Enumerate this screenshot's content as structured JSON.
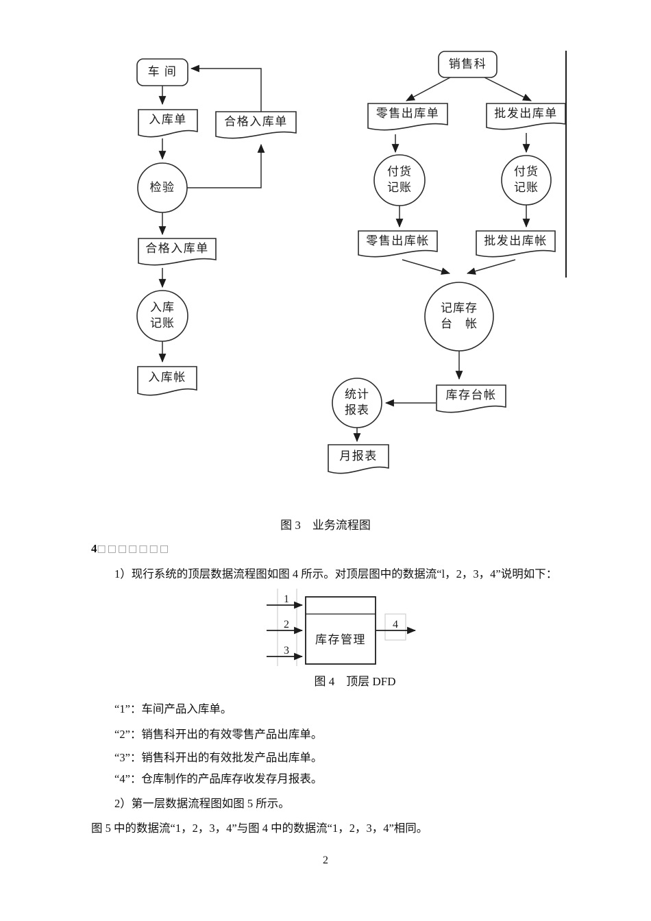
{
  "page": {
    "number": "2"
  },
  "figure3": {
    "caption": "图 3　业务流程图",
    "left": {
      "workshop": "车 间",
      "inbound_slip": "入库单",
      "qualified_slip_feedback": "合格入库单",
      "inspect": "检验",
      "qualified_slip": "合格入库单",
      "inbound_posting": {
        "line1": "入库",
        "line2": "记账"
      },
      "inbound_ledger": "入库帐"
    },
    "right": {
      "sales_dept": "销售科",
      "retail_outbound_slip": "零售出库单",
      "wholesale_outbound_slip": "批发出库单",
      "delivery_posting_left": {
        "line1": "付货",
        "line2": "记账"
      },
      "delivery_posting_right": {
        "line1": "付货",
        "line2": "记账"
      },
      "retail_outbound_ledger": "零售出库帐",
      "wholesale_outbound_ledger": "批发出库帐",
      "stock_ledger_posting": {
        "line1": "记库存",
        "line2": "台　帐"
      },
      "stock_ledger": "库存台帐",
      "stats_report": {
        "line1": "统计",
        "line2": "报表"
      },
      "monthly_report": "月报表"
    }
  },
  "section4": {
    "heading_number": "4",
    "heading_missing_glyphs": "□□□□□□□",
    "para_top": "1）现行系统的顶层数据流程图如图 4 所示。对顶层图中的数据流“l，2，3，4”说明如下：",
    "items": [
      "“1”：车间产品入库单。",
      "“2”：销售科开出的有效零售产品出库单。",
      "“3”：销售科开出的有效批发产品出库单。",
      "“4”：仓库制作的产品库存收发存月报表。"
    ],
    "para_level1": "2）第一层数据流程图如图 5 所示。",
    "para_same": "图 5 中的数据流“1，2，3，4”与图 4 中的数据流“1，2，3，4”相同。"
  },
  "figure4": {
    "caption": "图 4　顶层 DFD",
    "process": "库存管理",
    "flows": {
      "f1": "1",
      "f2": "2",
      "f3": "3",
      "f4": "4"
    }
  }
}
